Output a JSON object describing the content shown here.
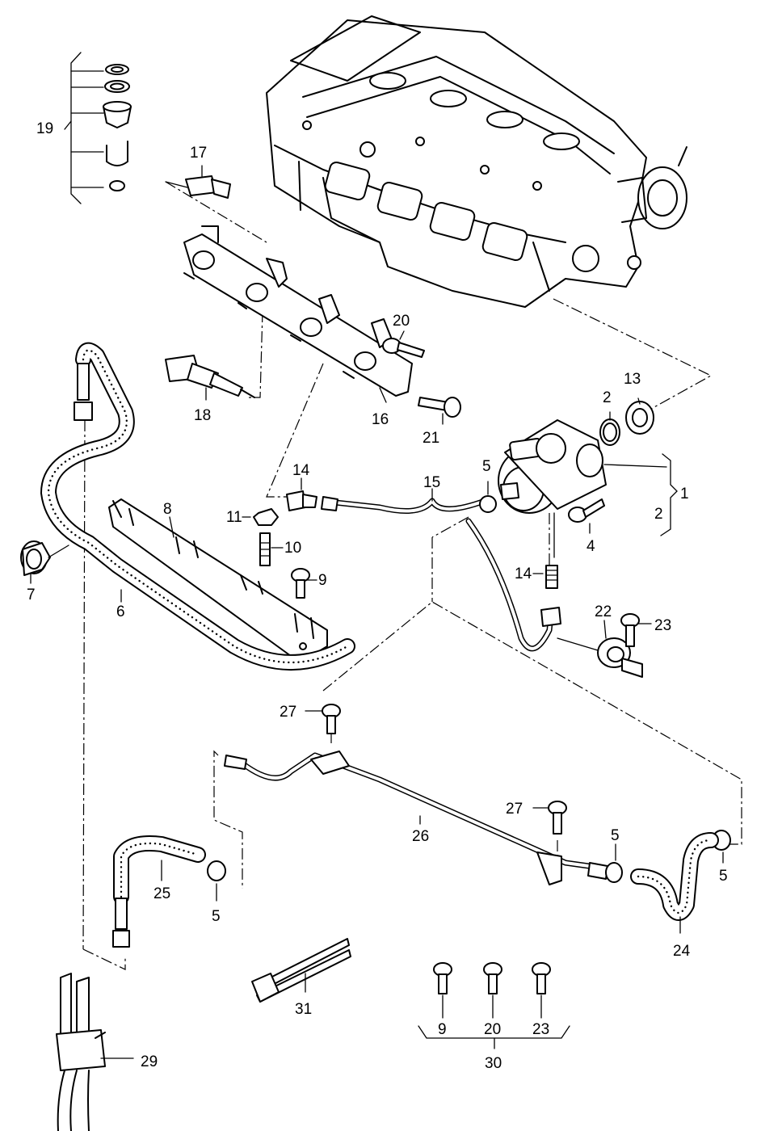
{
  "callouts": [
    {
      "id": "c19",
      "text": "19"
    },
    {
      "id": "c17",
      "text": "17"
    },
    {
      "id": "c20a",
      "text": "20"
    },
    {
      "id": "c18",
      "text": "18"
    },
    {
      "id": "c16",
      "text": "16"
    },
    {
      "id": "c21",
      "text": "21"
    },
    {
      "id": "c13",
      "text": "13"
    },
    {
      "id": "c2a",
      "text": "2"
    },
    {
      "id": "c1",
      "text": "1"
    },
    {
      "id": "c2b",
      "text": "2"
    },
    {
      "id": "c5a",
      "text": "5"
    },
    {
      "id": "c15",
      "text": "15"
    },
    {
      "id": "c14a",
      "text": "14"
    },
    {
      "id": "c11",
      "text": "11"
    },
    {
      "id": "c10",
      "text": "10"
    },
    {
      "id": "c9a",
      "text": "9"
    },
    {
      "id": "c8",
      "text": "8"
    },
    {
      "id": "c7",
      "text": "7"
    },
    {
      "id": "c6",
      "text": "6"
    },
    {
      "id": "c4",
      "text": "4"
    },
    {
      "id": "c14b",
      "text": "14"
    },
    {
      "id": "c22",
      "text": "22"
    },
    {
      "id": "c23a",
      "text": "23"
    },
    {
      "id": "c27a",
      "text": "27"
    },
    {
      "id": "c26",
      "text": "26"
    },
    {
      "id": "c27b",
      "text": "27"
    },
    {
      "id": "c5b",
      "text": "5"
    },
    {
      "id": "c5c",
      "text": "5"
    },
    {
      "id": "c25",
      "text": "25"
    },
    {
      "id": "c5d",
      "text": "5"
    },
    {
      "id": "c24",
      "text": "24"
    },
    {
      "id": "c31",
      "text": "31"
    },
    {
      "id": "c9b",
      "text": "9"
    },
    {
      "id": "c20b",
      "text": "20"
    },
    {
      "id": "c23b",
      "text": "23"
    },
    {
      "id": "c30",
      "text": "30"
    },
    {
      "id": "c29",
      "text": "29"
    }
  ]
}
